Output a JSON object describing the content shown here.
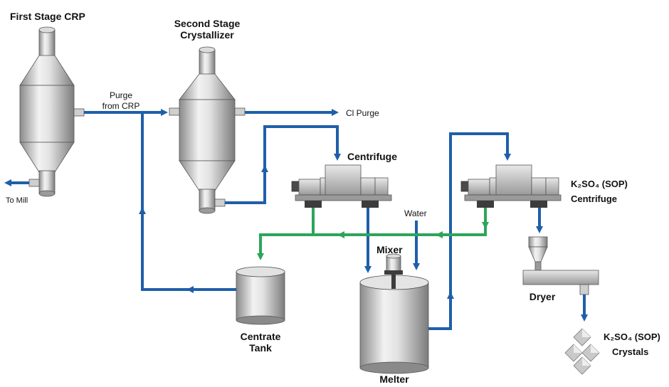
{
  "colors": {
    "process_flow": "#1f5fa8",
    "water_flow": "#2ca55a",
    "equipment_light": "#e6e6e6",
    "equipment_dark": "#8c8c8c",
    "outline": "#3a3a3a",
    "text": "#111111"
  },
  "labels": {
    "first_stage": "First Stage CRP",
    "second_stage_line1": "Second Stage",
    "second_stage_line2": "Crystallizer",
    "purge_line1": "Purge",
    "purge_line2": "from CRP",
    "cl_purge": "Cl Purge",
    "to_mill": "To Mill",
    "centrifuge": "Centrifuge",
    "sop_centrifuge_line1": "K₂SO₄ (SOP)",
    "sop_centrifuge_line2": "Centrifuge",
    "water": "Water",
    "mixer": "Mixer",
    "melter": "Melter",
    "centrate_line1": "Centrate",
    "centrate_line2": "Tank",
    "dryer": "Dryer",
    "crystals_line1": "K₂SO₄ (SOP)",
    "crystals_line2": "Crystals"
  },
  "icons": {
    "crystals": "diamond-cluster-icon"
  }
}
